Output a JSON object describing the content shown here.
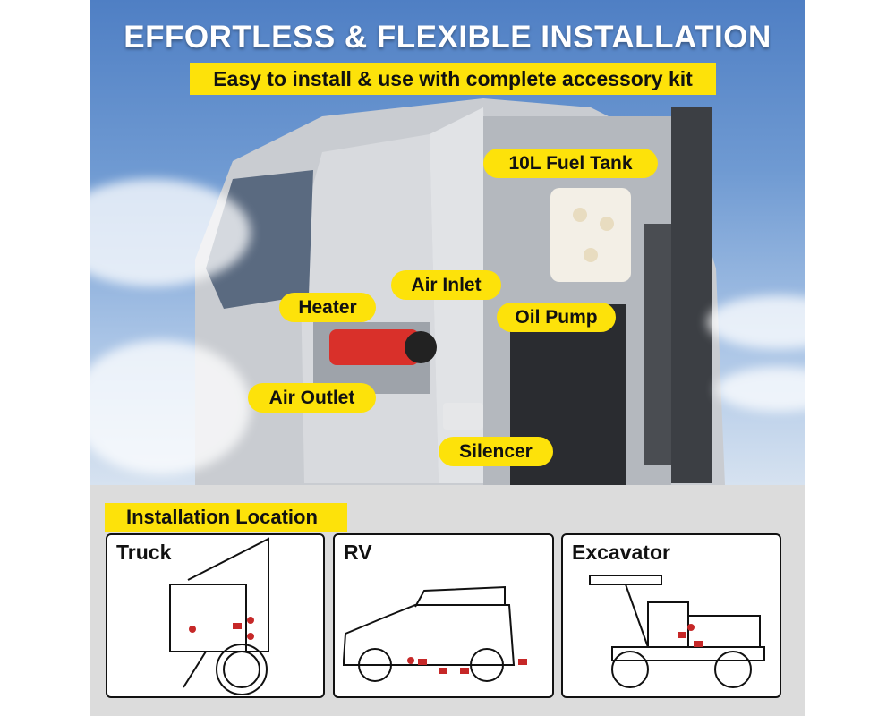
{
  "header": {
    "title": "EFFORTLESS & FLEXIBLE INSTALLATION",
    "subtitle": "Easy to install & use with complete accessory kit"
  },
  "callouts": {
    "fuel_tank": "10L Fuel Tank",
    "air_inlet": "Air Inlet",
    "heater": "Heater",
    "oil_pump": "Oil Pump",
    "air_outlet": "Air Outlet",
    "silencer": "Silencer"
  },
  "installation": {
    "title": "Installation Location",
    "cards": [
      {
        "label": "Truck"
      },
      {
        "label": "RV"
      },
      {
        "label": "Excavator"
      }
    ]
  },
  "colors": {
    "accent": "#fde20a",
    "heater": "#d9302a"
  }
}
